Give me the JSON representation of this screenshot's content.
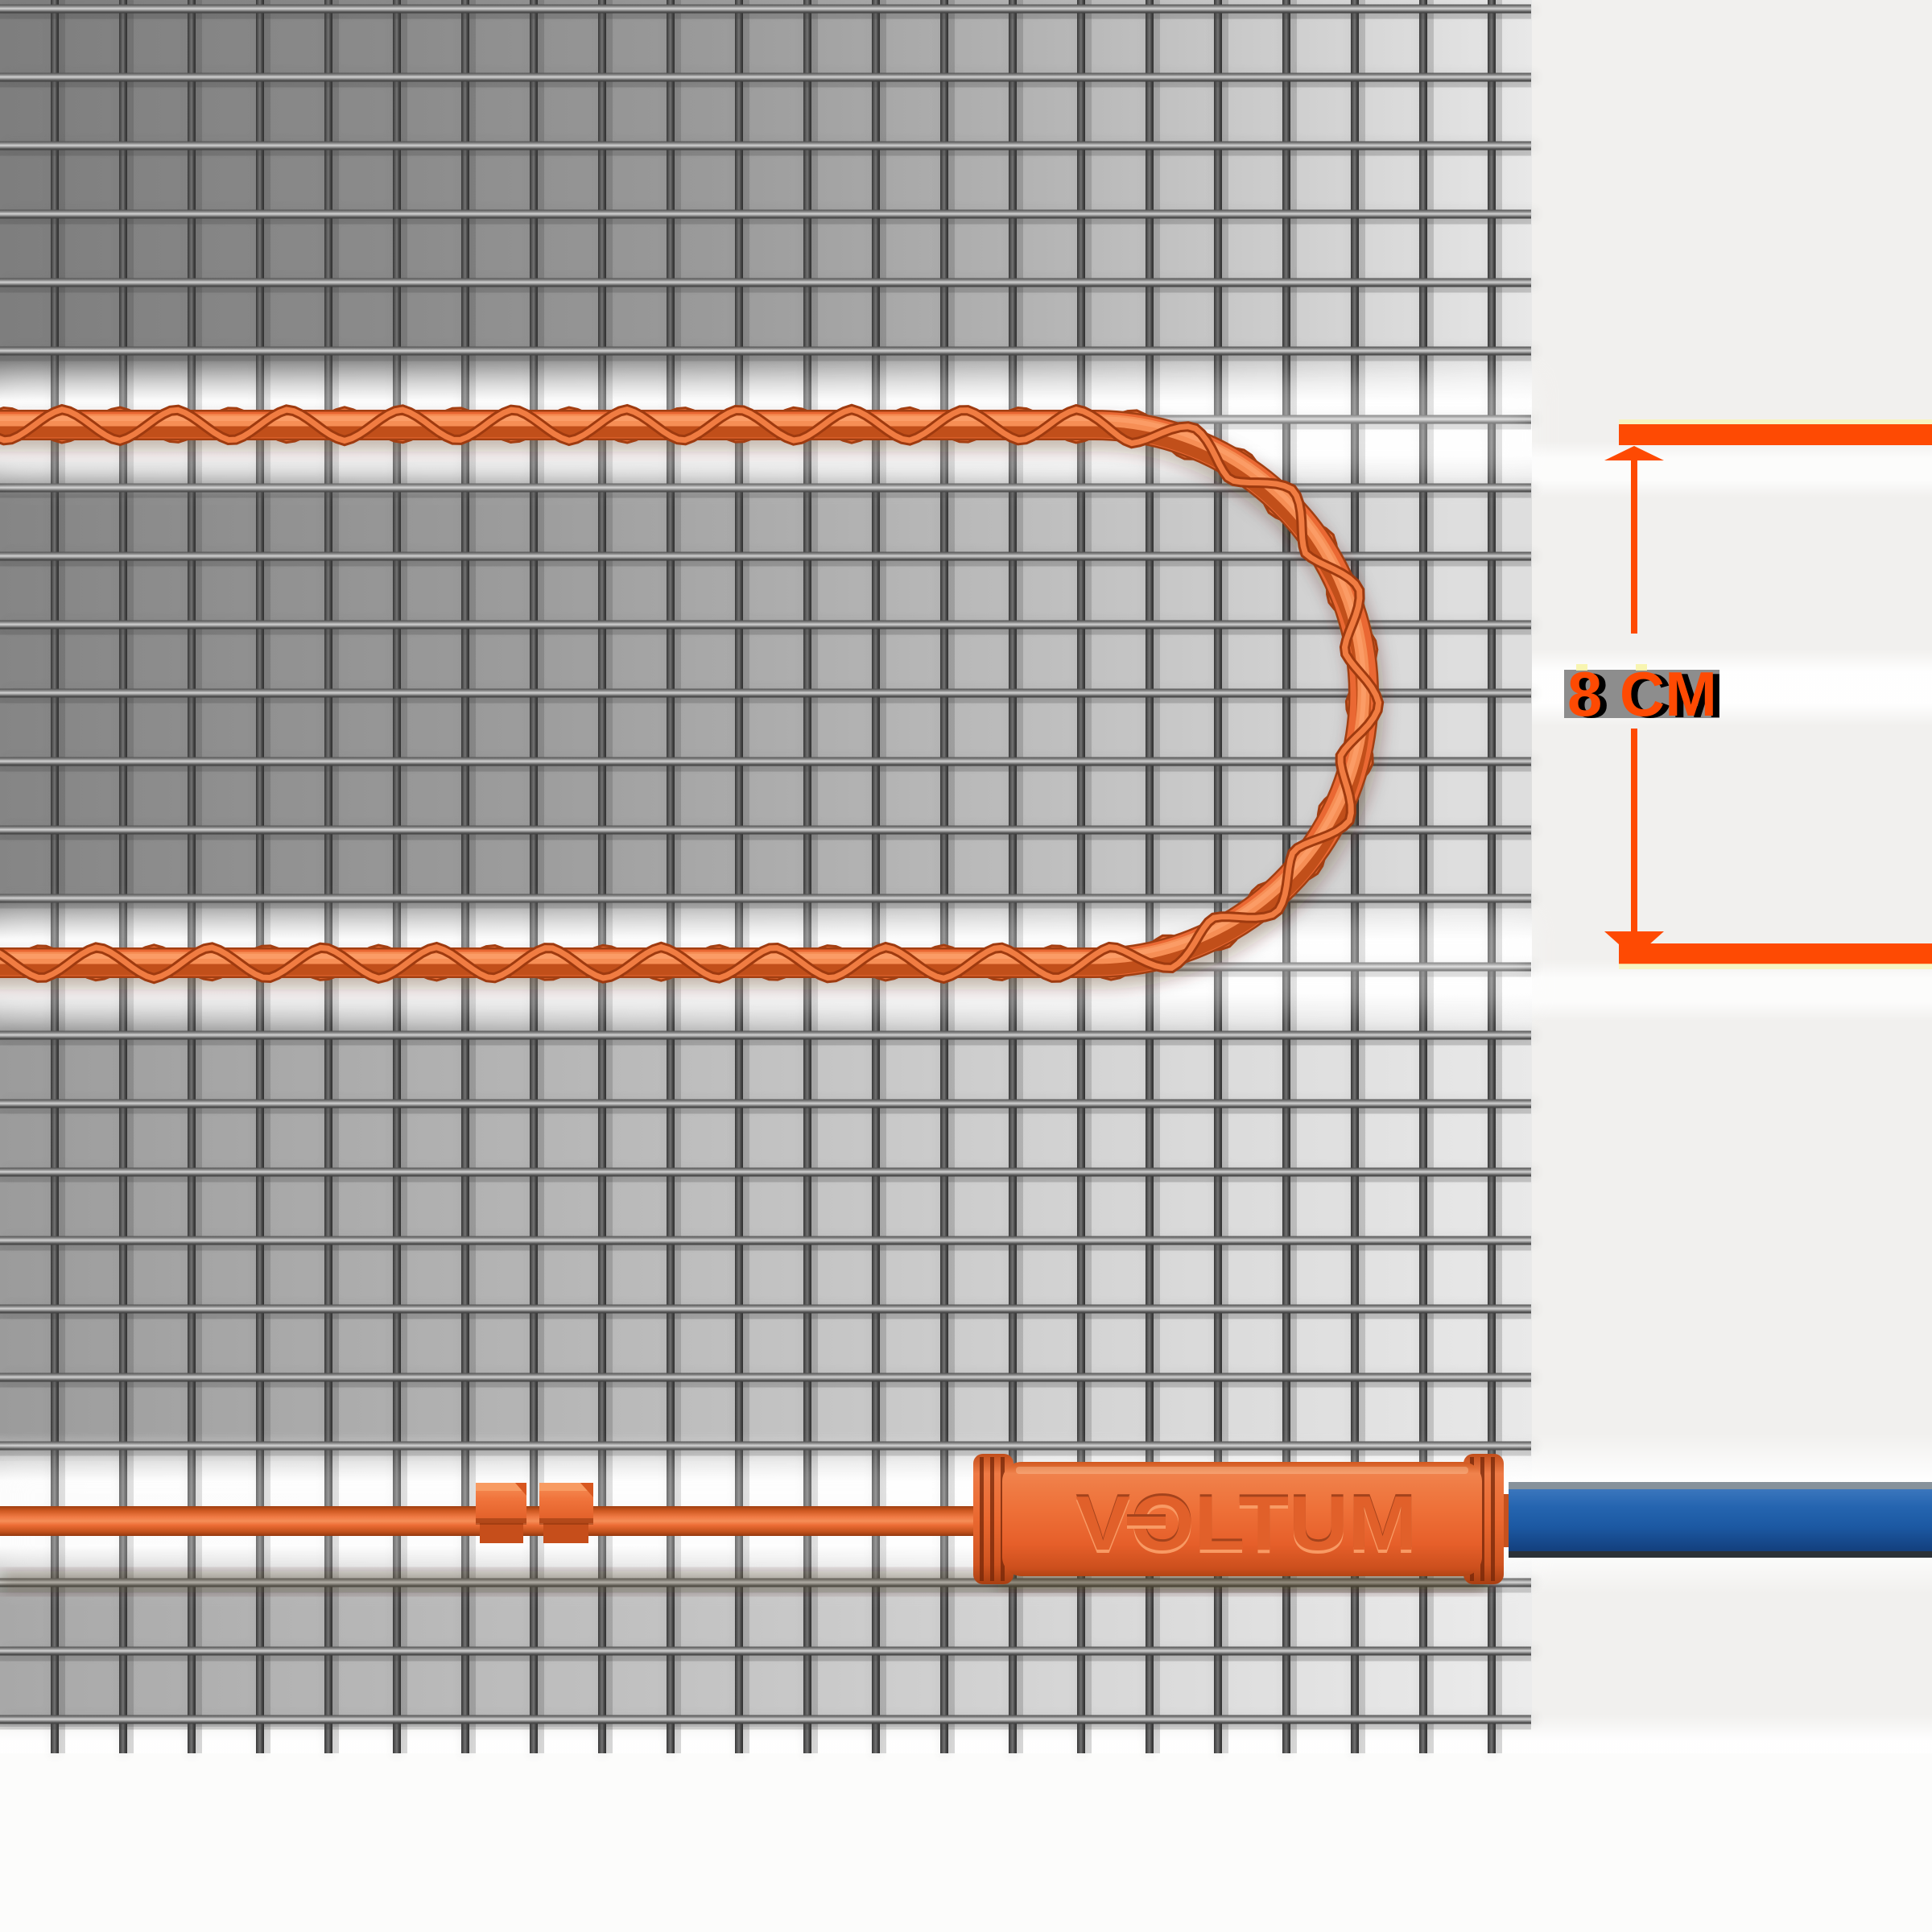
{
  "scene": {
    "type": "product-render",
    "subject": "electric underfloor heating cable mat on welded wire mesh",
    "brand_label": "VOLTUM",
    "dimension_label": "8 CM"
  },
  "colors": {
    "accent_orange": "#FE4A03",
    "cable_orange": "#EC6C35",
    "connector_orange": "#ED6F38",
    "cold_lead_blue": "#1F5FAE",
    "mesh_gray": "#8D8D8D",
    "background_light": "#F1F0EE"
  },
  "annotation": {
    "label": "8 CM",
    "top_bar": true,
    "bottom_bar": true,
    "arrows": [
      "up",
      "down"
    ]
  },
  "connector": {
    "label": "VOLTUM"
  }
}
